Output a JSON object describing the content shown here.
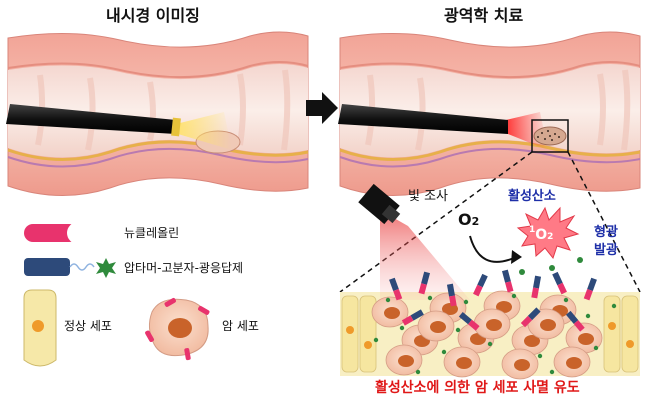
{
  "titles": {
    "endoscopic_imaging": "내시경 이미징",
    "photodynamic_therapy": "광역학 치료"
  },
  "legend": {
    "nucleolin": "뉴클레올린",
    "conjugate": "압타머-고분자-광응답제",
    "normal_cell": "정상 세포",
    "cancer_cell": "암 세포"
  },
  "annotations": {
    "light_irradiation": "빛 조사",
    "reactive_oxygen": "활성산소",
    "oxygen": "O",
    "oxygen_sub": "2",
    "singlet_prefix": "1",
    "singlet_o": "O",
    "singlet_sub": "2",
    "fluorescence_line1": "형광",
    "fluorescence_line2": "발광",
    "caption": "활성산소에 의한 암 세포 사멸 유도"
  },
  "colors": {
    "tissue_pink": "#f4b8a8",
    "tissue_dark": "#e88f84",
    "lumen": "#f7e6e0",
    "nucleolin": "#e8336d",
    "aptamer": "#2d4a7a",
    "photosensitizer": "#2f8a3c",
    "normal_cell": "#f6e8a8",
    "cancer_nucleus": "#c9632a",
    "laser_red": "#e32626",
    "caption_red": "#e01818",
    "label_blue": "#1e2fa8"
  }
}
